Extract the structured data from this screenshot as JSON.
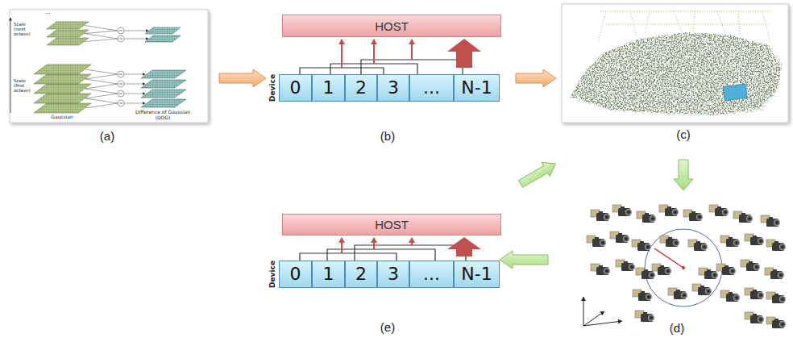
{
  "diagram": {
    "nodes": [
      {
        "text": [
          "HOST"
        ]
      },
      {
        "text": [
          "0"
        ]
      },
      {
        "text": [
          "1"
        ]
      },
      {
        "text": [
          "2"
        ]
      },
      {
        "text": [
          "3"
        ]
      },
      {
        "text": [
          "..."
        ]
      },
      {
        "text": [
          "N-1"
        ]
      },
      {
        "text": [
          "HOST"
        ]
      },
      {
        "text": [
          "0"
        ]
      },
      {
        "text": [
          "1"
        ]
      },
      {
        "text": [
          "2"
        ]
      },
      {
        "text": [
          "3"
        ]
      },
      {
        "text": [
          "..."
        ]
      },
      {
        "text": [
          "N-1"
        ]
      }
    ],
    "labels": [
      "...",
      "Scale (next octave)",
      "Scale (first octave)",
      "Gaussian",
      "Difference of Gaussian (DOG)",
      "(a)",
      "Device",
      "(b)",
      "(c)",
      "(d)",
      "Device",
      "(e)"
    ]
  }
}
